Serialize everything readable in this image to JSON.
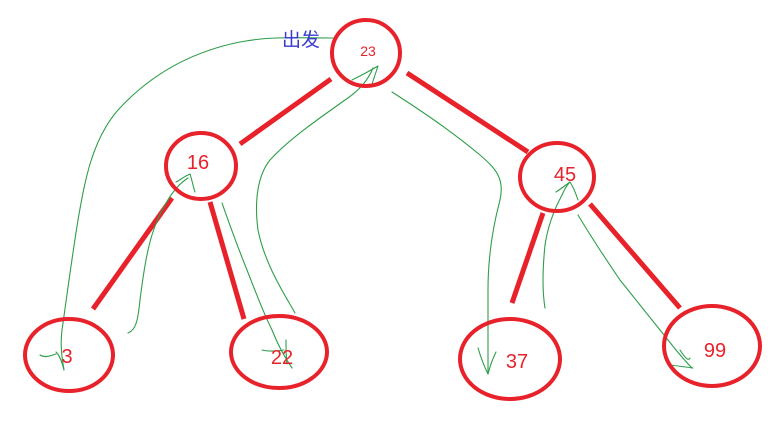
{
  "diagram": {
    "start_label": "出发",
    "nodes": [
      {
        "id": "n23",
        "label": "23"
      },
      {
        "id": "n16",
        "label": "16"
      },
      {
        "id": "n45",
        "label": "45"
      },
      {
        "id": "n3",
        "label": "3"
      },
      {
        "id": "n22",
        "label": "22"
      },
      {
        "id": "n37",
        "label": "37"
      },
      {
        "id": "n99",
        "label": "99"
      }
    ],
    "edges": [
      {
        "from": "23",
        "to": "16"
      },
      {
        "from": "23",
        "to": "45"
      },
      {
        "from": "16",
        "to": "3"
      },
      {
        "from": "16",
        "to": "22"
      },
      {
        "from": "45",
        "to": "37"
      },
      {
        "from": "45",
        "to": "99"
      }
    ],
    "colors": {
      "node_and_edge": "#e8222a",
      "trace_path": "#2e9e4b",
      "start_label": "#3a3ad0"
    }
  }
}
